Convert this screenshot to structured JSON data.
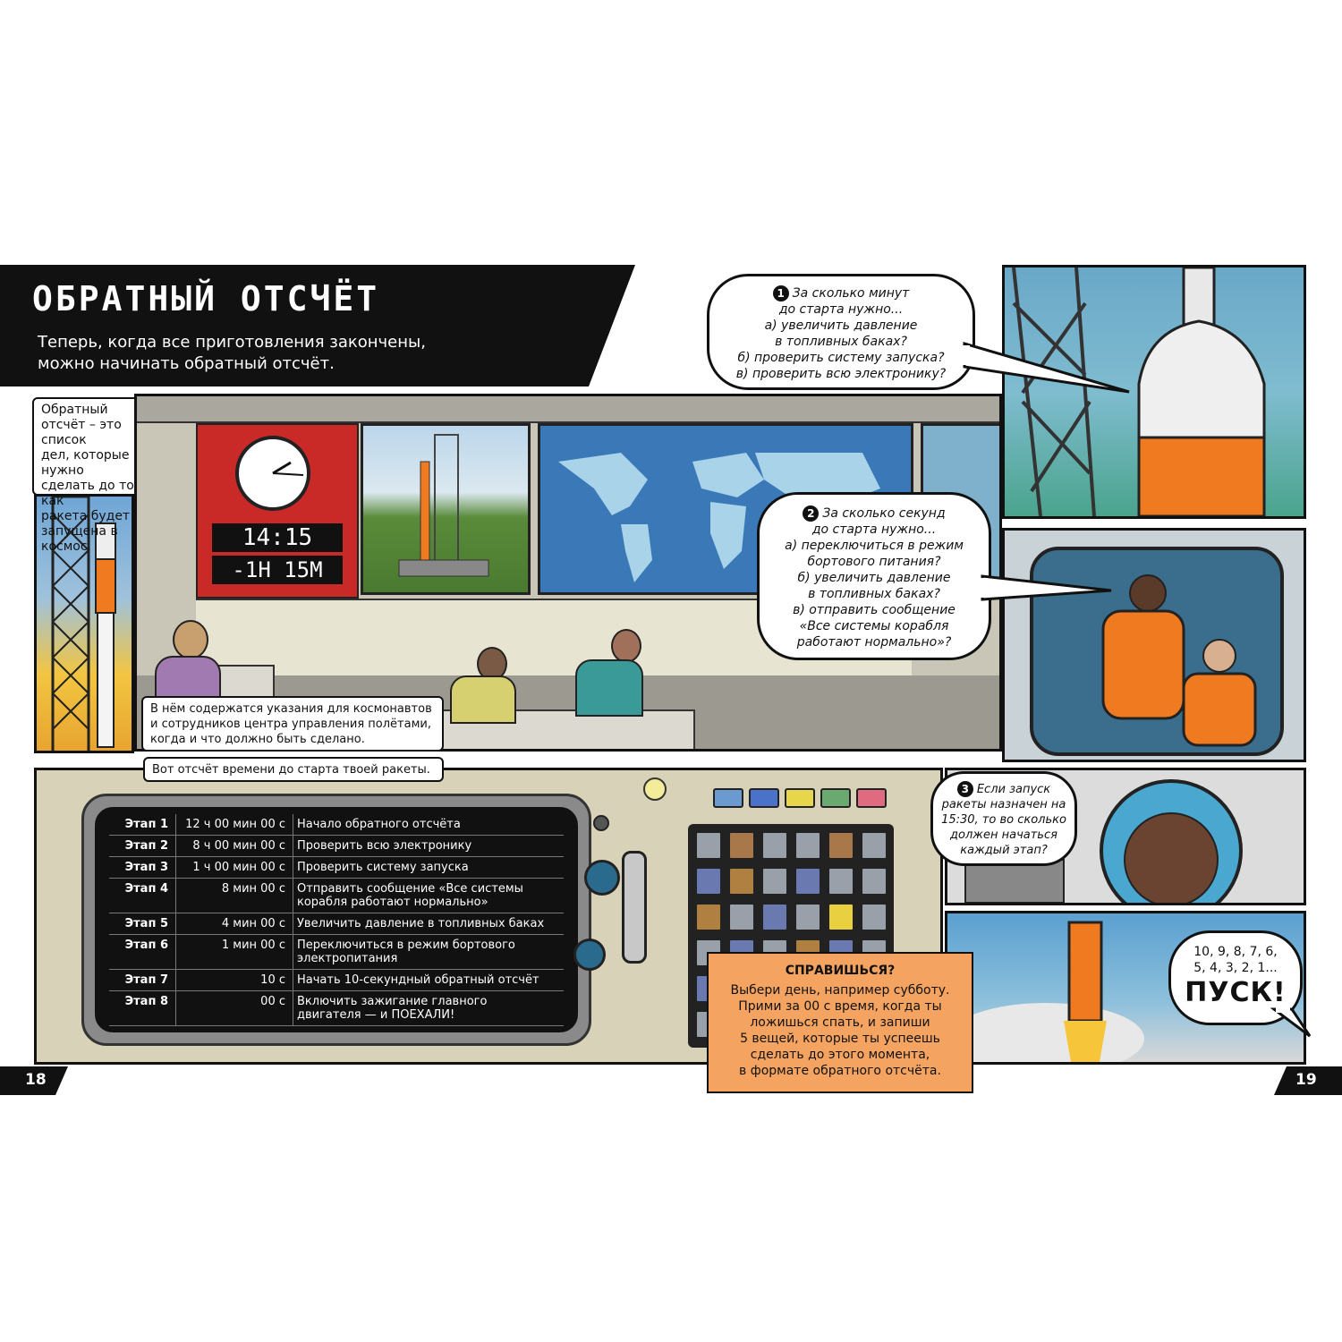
{
  "header": {
    "title": "ОБРАТНЫЙ ОТСЧЁТ",
    "intro_line1": "Теперь, когда все приготовления закончены,",
    "intro_line2": "можно начинать обратный отсчёт."
  },
  "info_box": {
    "lines": [
      "Обратный",
      "отсчёт – это список",
      "дел, которые нужно",
      "сделать до того, как",
      "ракета будет",
      "запущена в космос."
    ]
  },
  "control_room": {
    "clock_time": "14:15",
    "countdown": "-1H 15M"
  },
  "note_box": {
    "lines": [
      "В нём содержатся указания для космонавтов",
      "и сотрудников центра управления полётами,",
      "когда и что должно быть сделано."
    ]
  },
  "table_intro": "Вот отсчёт времени до старта твоей ракеты.",
  "countdown_table": [
    {
      "stage": "Этап 1",
      "time": "12 ч 00 мин 00 с",
      "action_lines": [
        "Начало обратного отсчёта"
      ]
    },
    {
      "stage": "Этап 2",
      "time": "8 ч 00 мин 00 с",
      "action_lines": [
        "Проверить всю электронику"
      ]
    },
    {
      "stage": "Этап 3",
      "time": "1 ч 00 мин 00 с",
      "action_lines": [
        "Проверить систему запуска"
      ]
    },
    {
      "stage": "Этап 4",
      "time": "8 мин 00 с",
      "action_lines": [
        "Отправить сообщение «Все системы",
        "корабля работают нормально»"
      ]
    },
    {
      "stage": "Этап 5",
      "time": "4 мин 00 с",
      "action_lines": [
        "Увеличить давление в топливных баках"
      ]
    },
    {
      "stage": "Этап 6",
      "time": "1 мин 00 с",
      "action_lines": [
        "Переключиться в режим бортового",
        "электропитания"
      ]
    },
    {
      "stage": "Этап 7",
      "time": "10 с",
      "action_lines": [
        "Начать 10-секундный обратный отсчёт"
      ]
    },
    {
      "stage": "Этап 8",
      "time": "00 с",
      "action_lines": [
        "Включить зажигание главного",
        "двигателя — и ПОЕХАЛИ!"
      ]
    }
  ],
  "question1": {
    "number": "1",
    "lines": [
      "За сколько минут",
      "до старта нужно...",
      "а) увеличить давление",
      "в топливных баках?",
      "б) проверить систему запуска?",
      "в) проверить всю электронику?"
    ]
  },
  "question2": {
    "number": "2",
    "lines": [
      "За сколько секунд",
      "до старта нужно...",
      "а) переключиться в режим",
      "бортового питания?",
      "б) увеличить давление",
      "в топливных баках?",
      "в) отправить сообщение",
      "«Все системы корабля",
      "работают нормально»?"
    ]
  },
  "question3": {
    "number": "3",
    "lines": [
      "Если запуск",
      "ракеты назначен на",
      "15:30, то во сколько",
      "должен начаться",
      "каждый этап?"
    ]
  },
  "launch_bubble": {
    "count_line1": "10, 9, 8, 7, 6,",
    "count_line2": "5, 4, 3, 2, 1...",
    "shout": "ПУСК!"
  },
  "challenge": {
    "title": "СПРАВИШЬСЯ?",
    "lines": [
      "Выбери день, например субботу.",
      "Прими за 00 с время, когда ты",
      "ложишься спать, и запиши",
      "5 вещей, которые ты успеешь",
      "сделать до этого момента,",
      "в формате обратного отсчёта."
    ],
    "bg_color": "#f4a460"
  },
  "page_numbers": {
    "left": "18",
    "right": "19"
  },
  "colors": {
    "rocket_orange": "#f07a20",
    "panel_dark": "#111111",
    "map_blue": "#3a78b8"
  }
}
